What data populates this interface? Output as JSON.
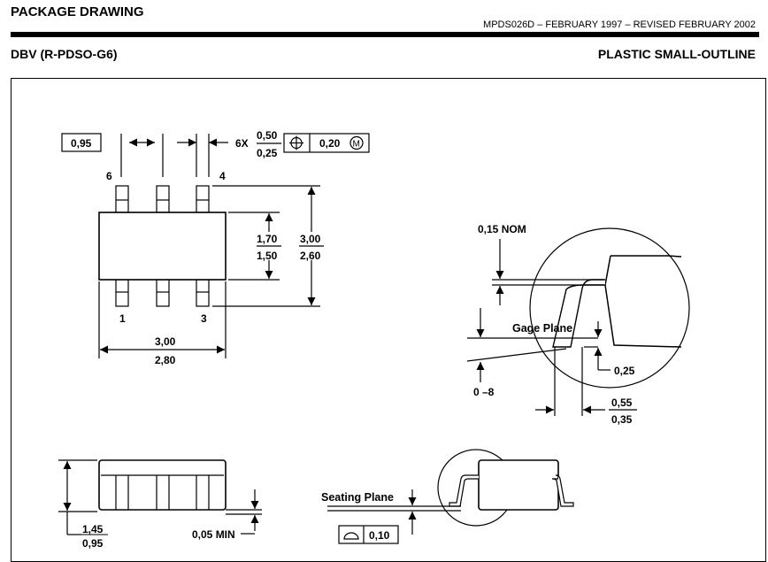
{
  "header": {
    "title": "PACKAGE DRAWING",
    "doc_ref": "MPDS026D – FEBRUARY 1997 – REVISED FEBRUARY 2002",
    "package_code": "DBV (R-PDSO-G6)",
    "package_type": "PLASTIC SMALL-OUTLINE"
  },
  "top_view": {
    "pitch": "0,95",
    "lead_count": "6X",
    "lead_width_max": "0,50",
    "lead_width_min": "0,25",
    "tolerance_value": "0,20",
    "material_modifier": "M",
    "pin_labels": [
      "6",
      "4",
      "1",
      "3"
    ],
    "body_width_max": "1,70",
    "body_width_min": "1,50",
    "total_width_max": "3,00",
    "total_width_min": "2,60",
    "body_length_max": "3,00",
    "body_length_min": "2,80"
  },
  "detail_view": {
    "lead_thickness": "0,15 NOM",
    "gage_plane": "Gage Plane",
    "gage_height": "0,25",
    "angle": "0 –8",
    "foot_length_max": "0,55",
    "foot_length_min": "0,35"
  },
  "side_view": {
    "height_max": "1,45",
    "height_min": "0,95",
    "standoff": "0,05 MIN",
    "seating_plane": "Seating Plane",
    "coplanarity": "0,10"
  }
}
